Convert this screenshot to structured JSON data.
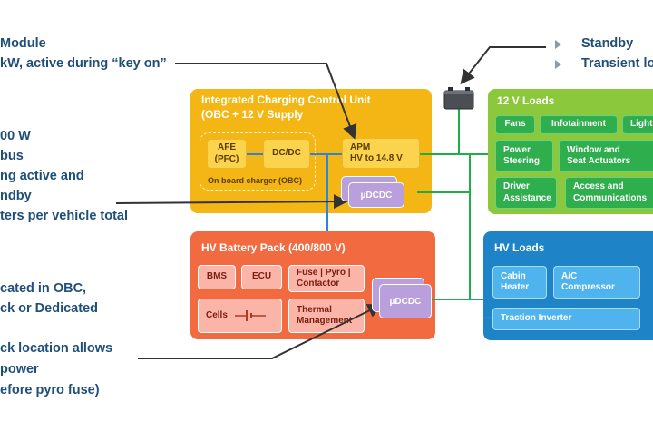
{
  "annotations_left": [
    "Module",
    "kW, active during “key on”",
    "00 W",
    "bus",
    "ng active and",
    "ndby",
    "ters per vehicle total",
    "cated in OBC,",
    "ck or Dedicated",
    "ck location allows",
    "power",
    "efore pyro fuse)"
  ],
  "annotations_right": {
    "standby": "Standby",
    "transient": "Transient lo"
  },
  "charging_unit": {
    "title_line1": "Integrated Charging Control Unit",
    "title_line2": "(OBC + 12 V Supply",
    "afe": "AFE\n(PFC)",
    "dcdc": "DC/DC",
    "obc_label": "On board charger (OBC)",
    "apm": "APM\nHV to 14.8 V",
    "mudcdc": "µDCDC"
  },
  "loads_12v": {
    "title": "12 V Loads",
    "items": [
      "Fans",
      "Infotainment",
      "Lighti",
      "Power\nSteering",
      "Window and\nSeat Actuators",
      "Driver\nAssistance",
      "Access and\nCommunications"
    ]
  },
  "battery_pack": {
    "title": "HV Battery Pack (400/800 V)",
    "bms": "BMS",
    "ecu": "ECU",
    "fuse": "Fuse | Pyro |\nContactor",
    "cells": "Cells",
    "thermal": "Thermal\nManagement",
    "mudcdc": "µDCDC"
  },
  "hv_loads": {
    "title": "HV Loads",
    "cabin": "Cabin\nHeater",
    "ac": "A/C\nCompressor",
    "traction": "Traction Inverter"
  },
  "colors": {
    "charging": "#f4b614",
    "loads_12v": "#8cc83c",
    "battery": "#f26a40",
    "hv": "#1f83c8",
    "annotation_text": "#1f4e79",
    "bus_blue": "#2b86d6",
    "bus_green": "#1fae4a"
  }
}
